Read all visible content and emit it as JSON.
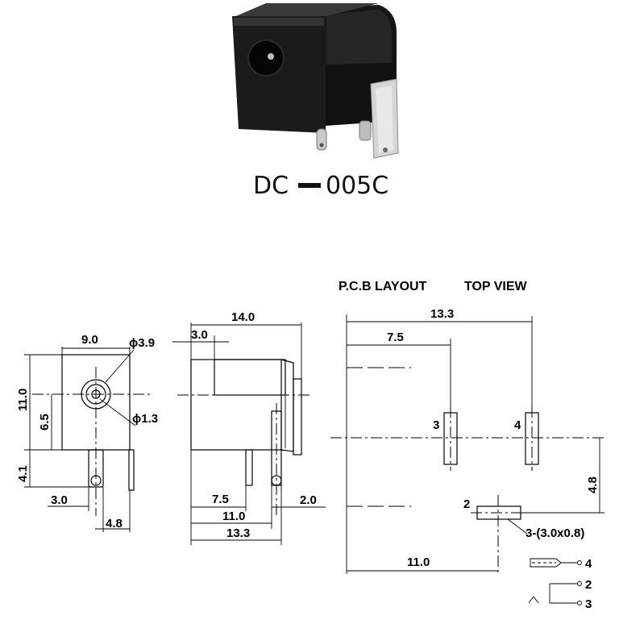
{
  "product": {
    "model": "DC",
    "suffix": "005C",
    "photo_icon": "dc-jack-photo-icon"
  },
  "front_view": {
    "width_label": "9.0",
    "height_label": "11.0",
    "center_label": "6.5",
    "pin_height_label": "4.1",
    "hole_label": "ϕ3.9",
    "pin_label": "ϕ1.3",
    "pin_offset_label": "3.0",
    "pin_spacing_label": "4.8"
  },
  "side_view": {
    "length_label": "14.0",
    "tip_label": "3.0",
    "pin1_label": "7.5",
    "pin2_label": "11.0",
    "pin3_label": "13.3",
    "pin_dia_label": "2.0"
  },
  "pcb_layout": {
    "heading": "P.C.B LAYOUT",
    "subheading": "TOP VIEW",
    "total_label": "13.3",
    "pad3_offset_label": "7.5",
    "bottom_label": "11.0",
    "vertical_label": "4.8",
    "pad3_name": "3",
    "pad4_name": "4",
    "pad2_name": "2",
    "slot_label": "3-(3.0x0.8)"
  },
  "schematic": {
    "terminal_4": "4",
    "terminal_2": "2",
    "terminal_3": "3",
    "plug_icon": "dc-plug-icon",
    "switch_icon": "switch-contact-icon"
  }
}
